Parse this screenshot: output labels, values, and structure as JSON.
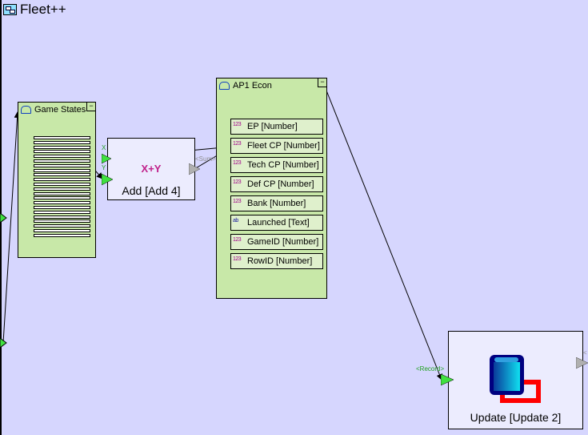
{
  "canvas": {
    "title": "Fleet++",
    "background": "#d6d6fe"
  },
  "game_states": {
    "title": "Game States",
    "collapse": "−",
    "row_count": 22
  },
  "add_node": {
    "formula": "X+Y",
    "label": "Add [Add 4]",
    "inputs": [
      "X",
      "Y"
    ],
    "output": "<Sum>"
  },
  "ap1_econ": {
    "title": "AP1 Econ",
    "collapse": "−",
    "fields": [
      {
        "icon": "123",
        "name": "EP [Number]"
      },
      {
        "icon": "123",
        "name": "Fleet CP [Number]"
      },
      {
        "icon": "123",
        "name": "Tech CP [Number]"
      },
      {
        "icon": "123",
        "name": "Def CP [Number]"
      },
      {
        "icon": "123",
        "name": "Bank [Number]"
      },
      {
        "icon": "ab",
        "name": "Launched [Text]"
      },
      {
        "icon": "123",
        "name": "GameID [Number]"
      },
      {
        "icon": "123",
        "name": "RowID [Number]"
      }
    ]
  },
  "update_node": {
    "label": "Update [Update 2]",
    "input": "<Record>",
    "output": "<"
  },
  "colors": {
    "table": "#c8e8a8",
    "node": "#ececfe",
    "port_in": "#40e040",
    "port_out": "#b0b0b0",
    "formula": "#c0208a"
  }
}
